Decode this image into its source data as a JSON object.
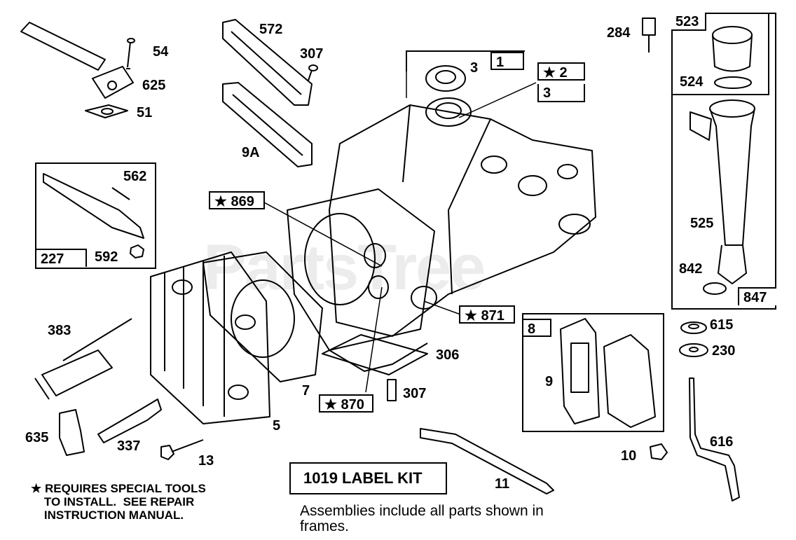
{
  "watermark": "PartsTree",
  "callouts": {
    "c54": "54",
    "c625": "625",
    "c51": "51",
    "c572": "572",
    "c307a": "307",
    "c9A": "9A",
    "c3": "3",
    "c284": "284",
    "c562": "562",
    "c592": "592",
    "c383": "383",
    "c635": "635",
    "c337": "337",
    "c13": "13",
    "c5": "5",
    "c7": "7",
    "c306": "306",
    "c307b": "307",
    "c615": "615",
    "c230": "230",
    "c616": "616",
    "c10": "10",
    "c11": "11",
    "c9": "9",
    "c525": "525",
    "c842": "842",
    "c524": "524"
  },
  "boxed": {
    "b1": "1",
    "b2": "★ 2",
    "b3": "3",
    "b869": "★ 869",
    "b871": "★ 871",
    "b870": "★ 870",
    "b227": "227",
    "b8": "8",
    "b523": "523",
    "b847": "847",
    "label_kit": "1019 LABEL KIT"
  },
  "notes": {
    "special_tools": "★ REQUIRES SPECIAL TOOLS\n    TO INSTALL.  SEE REPAIR\n    INSTRUCTION MANUAL.",
    "assemblies": "Assemblies include all parts shown in\nframes."
  }
}
